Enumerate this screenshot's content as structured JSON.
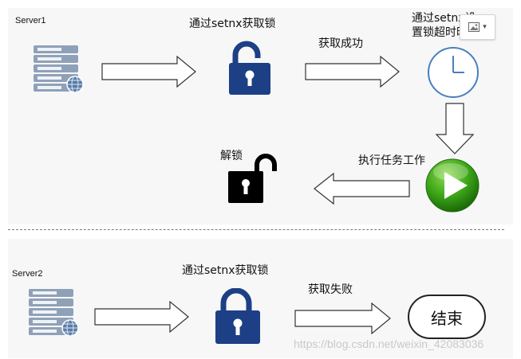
{
  "server1": {
    "label": "Server1"
  },
  "server2": {
    "label": "Server2"
  },
  "top_flow": {
    "acquire_label": "通过setnx获取锁",
    "success_label": "获取成功",
    "expire_label": "通过setnx设置锁超时时间",
    "execute_label": "执行任务工作",
    "unlock_label": "解锁"
  },
  "bottom_flow": {
    "acquire_label": "通过setnx获取锁",
    "fail_label": "获取失败",
    "end_label": "结束"
  },
  "watermark": "https://blog.csdn.net/weixin_42083036",
  "colors": {
    "lock_blue": "#1d3f86",
    "play_green": "#3aa317",
    "clock_blue": "#4a7fc0",
    "server_gray": "#7d8fa8"
  },
  "icons": [
    "server-icon",
    "lock-icon",
    "clock-icon",
    "play-icon",
    "image-icon"
  ]
}
